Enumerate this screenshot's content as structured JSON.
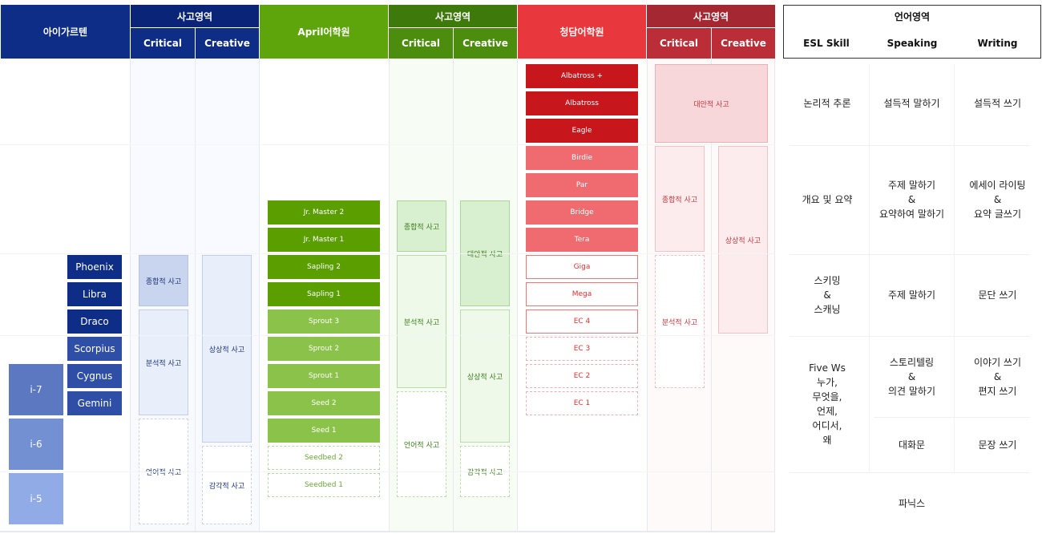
{
  "ivy": {
    "title": "아이가르텐",
    "levels": [
      "Phoenix",
      "Libra",
      "Draco",
      "Scorpius",
      "Cygnus",
      "Gemini"
    ],
    "grades": [
      "i-7",
      "i-6",
      "i-5"
    ],
    "area_title": "사고영역",
    "critical": "Critical",
    "creative": "Creative",
    "critical_boxes": [
      "종합적 사고",
      "분석적 사고",
      "언어적 사고"
    ],
    "creative_boxes": [
      "상상적 사고",
      "감각적 사고"
    ]
  },
  "april": {
    "title": "April어학원",
    "levels": [
      "Jr. Master 2",
      "Jr. Master 1",
      "Sapling 2",
      "Sapling 1",
      "Sprout 3",
      "Sprout 2",
      "Sprout 1",
      "Seed 2",
      "Seed 1",
      "Seedbed 2",
      "Seedbed 1"
    ],
    "area_title": "사고영역",
    "critical": "Critical",
    "creative": "Creative",
    "critical_boxes": [
      "종합적 사고",
      "분석적 사고",
      "언어적 사고"
    ],
    "creative_boxes": [
      "대안적 사고",
      "상상적 사고",
      "감각적 사고"
    ]
  },
  "chungdahm": {
    "title": "청담어학원",
    "levels": [
      "Albatross +",
      "Albatross",
      "Eagle",
      "Birdie",
      "Par",
      "Bridge",
      "Tera",
      "Giga",
      "Mega",
      "EC 4",
      "EC 3",
      "EC 2",
      "EC 1"
    ],
    "area_title": "사고영역",
    "critical": "Critical",
    "creative": "Creative",
    "top_box": "대안적 사고",
    "critical_boxes": [
      "종합적 사고",
      "분석적 사고"
    ],
    "creative_boxes": [
      "상상적 사고"
    ]
  },
  "language": {
    "title": "언어영역",
    "headers": [
      "ESL Skill",
      "Speaking",
      "Writing"
    ],
    "esl": [
      "논리적 추론",
      "개요 및 요약",
      "스키밍\n&\n스캐닝",
      "Five Ws\n누가,\n무엇을,\n언제,\n어디서,\n왜"
    ],
    "speaking": [
      "설득적 말하기",
      "주제 말하기\n&\n요약하여 말하기",
      "주제 말하기",
      "스토리텔링\n&\n의견 말하기",
      "대화문",
      "파닉스"
    ],
    "writing": [
      "설득적 쓰기",
      "에세이 라이팅\n&\n요약 글쓰기",
      "문단 쓰기",
      "이야기 쓰기\n&\n편지 쓰기",
      "문장 쓰기"
    ]
  },
  "colors": {
    "navy": "#0d2d86",
    "green": "#5a9e00",
    "red": "#e8383d",
    "darkred": "#a52731"
  }
}
